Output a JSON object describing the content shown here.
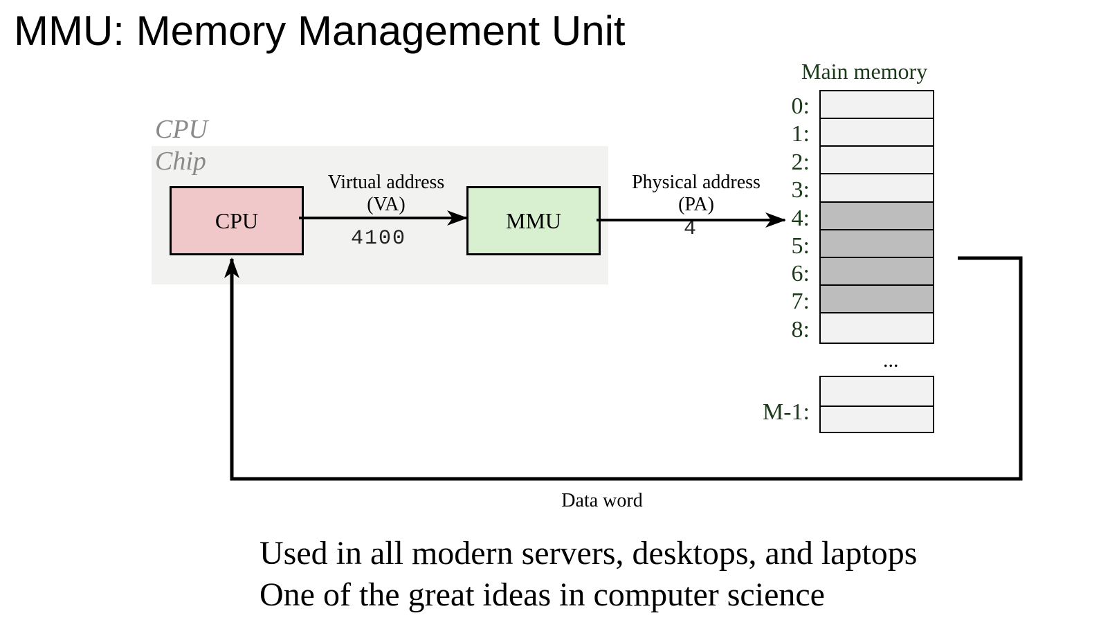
{
  "title": "MMU: Memory Management Unit",
  "chip_label_line1": "CPU",
  "chip_label_line2": "Chip",
  "cpu_box_label": "CPU",
  "mmu_box_label": "MMU",
  "virtual_address_label_line1": "Virtual address",
  "virtual_address_label_line2": "(VA)",
  "virtual_address_value": "4100",
  "physical_address_label_line1": "Physical address",
  "physical_address_label_line2": "(PA)",
  "physical_address_value": "4",
  "main_memory_title": "Main memory",
  "memory_addresses": [
    "0:",
    "1:",
    "2:",
    "3:",
    "4:",
    "5:",
    "6:",
    "7:",
    "8:"
  ],
  "memory_ellipsis": "...",
  "memory_last_address": "M-1:",
  "data_word_label": "Data word",
  "footer_line1": "Used in all modern servers, desktops, and laptops",
  "footer_line2": "One of the great ideas in computer science",
  "colors": {
    "cpu_box": "#f0c8ca",
    "mmu_box": "#d8f0d0",
    "chip_background": "#f2f2f0",
    "shaded_cell": "#bdbdbd",
    "memory_label": "#1a3a1a"
  }
}
